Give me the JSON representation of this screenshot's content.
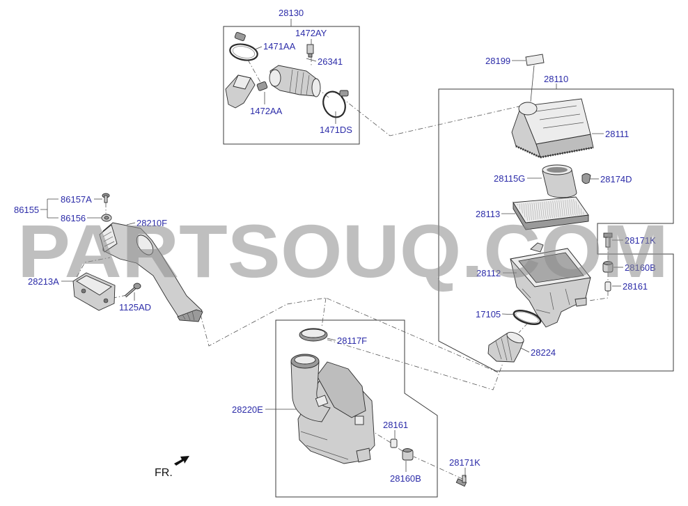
{
  "callouts": [
    "28130",
    "1472AY",
    "1471AA",
    "26341",
    "1472AA",
    "1471DS",
    "28199",
    "28110",
    "28111",
    "28115G",
    "28174D",
    "28113",
    "28171K",
    "28160B",
    "28161",
    "28112",
    "17105",
    "28224",
    "86157A",
    "86155",
    "86156",
    "28210F",
    "28213A",
    "1125AD",
    "28117F",
    "28220E",
    "28161",
    "28160B",
    "28171K"
  ],
  "direction_label": "FR.",
  "watermark": "PARTSOUQ.COM",
  "colors": {
    "callout": "#2b2ba8",
    "part": "#cfcfcf",
    "dark": "#9a9a9a",
    "watermark": "#8c8c8c"
  }
}
